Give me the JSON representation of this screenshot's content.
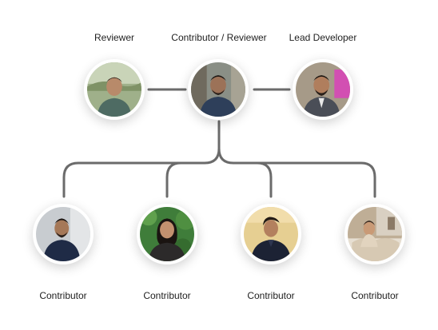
{
  "top_row": [
    {
      "role": "Reviewer",
      "avatar_icon": "person-photo-icon"
    },
    {
      "role": "Contributor / Reviewer",
      "avatar_icon": "person-photo-icon"
    },
    {
      "role": "Lead Developer",
      "avatar_icon": "person-photo-icon"
    }
  ],
  "bottom_row": [
    {
      "role": "Contributor",
      "avatar_icon": "person-photo-icon"
    },
    {
      "role": "Contributor",
      "avatar_icon": "person-photo-icon"
    },
    {
      "role": "Contributor",
      "avatar_icon": "person-photo-icon"
    },
    {
      "role": "Contributor",
      "avatar_icon": "person-photo-icon"
    }
  ],
  "colors": {
    "connector": "#6b6b6b",
    "label_text": "#1f1f1f"
  }
}
